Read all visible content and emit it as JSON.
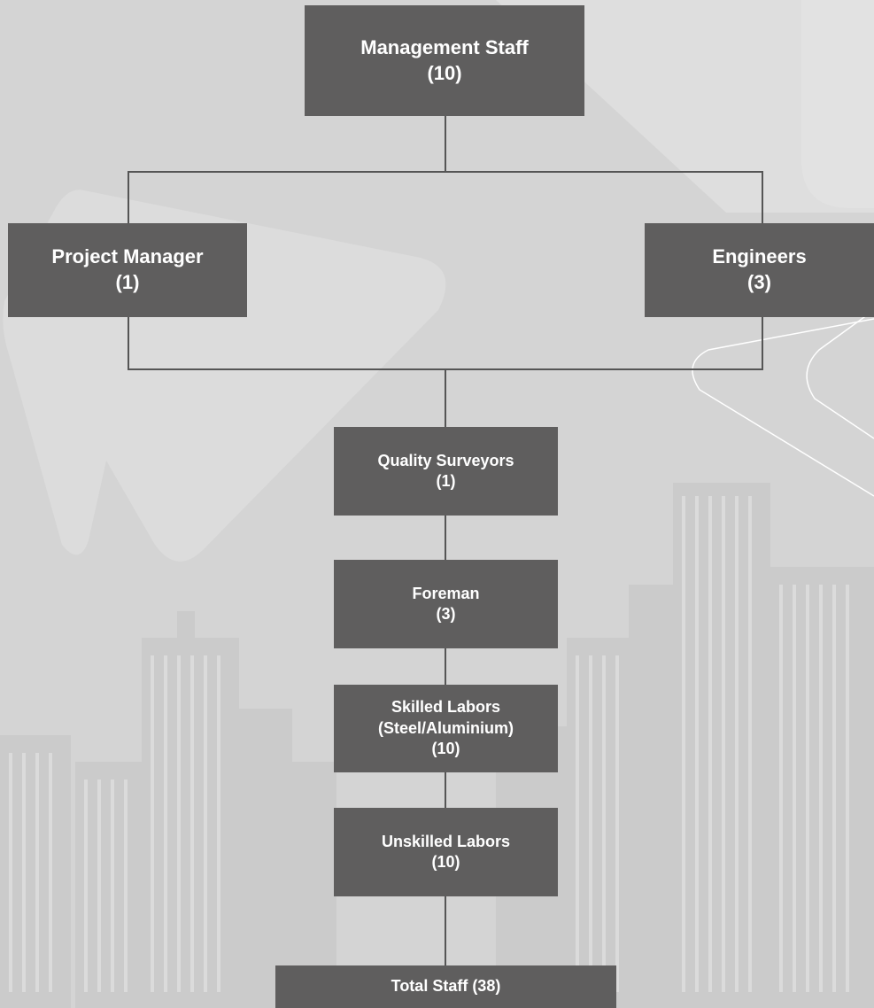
{
  "org_chart": {
    "management": {
      "title": "Management Staff",
      "count": "(10)"
    },
    "project_manager": {
      "title": "Project Manager",
      "count": "(1)"
    },
    "engineers": {
      "title": "Engineers",
      "count": "(3)"
    },
    "quality_surveyors": {
      "title": "Quality Surveyors",
      "count": "(1)"
    },
    "foreman": {
      "title": "Foreman",
      "count": "(3)"
    },
    "skilled_labors": {
      "title": "Skilled Labors",
      "subtitle": "(Steel/Aluminium)",
      "count": "(10)"
    },
    "unskilled_labors": {
      "title": "Unskilled Labors",
      "count": "(10)"
    },
    "total": {
      "label": "Total Staff (38)"
    }
  },
  "colors": {
    "background": "#d4d4d4",
    "box": "#5f5e5e",
    "box_text": "#ffffff",
    "connector": "#555555"
  }
}
